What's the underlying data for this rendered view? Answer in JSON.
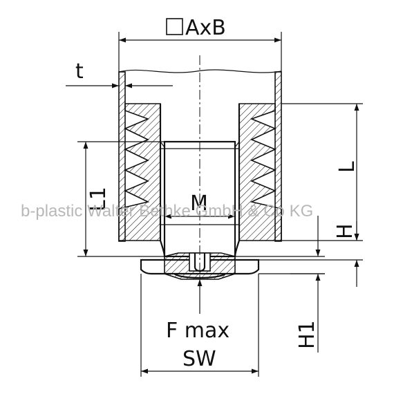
{
  "labels": {
    "top_width": "AxB",
    "thickness": "t",
    "length": "L",
    "thread_len": "L1",
    "thread": "M",
    "height": "H",
    "force": "F max",
    "wrench": "SW",
    "height1": "H1"
  },
  "watermark": "b-plastic Walter Bethke GmbH & Co KG",
  "colors": {
    "line": "#111111",
    "hatch": "#111111",
    "watermark": "#b8b8b8"
  }
}
